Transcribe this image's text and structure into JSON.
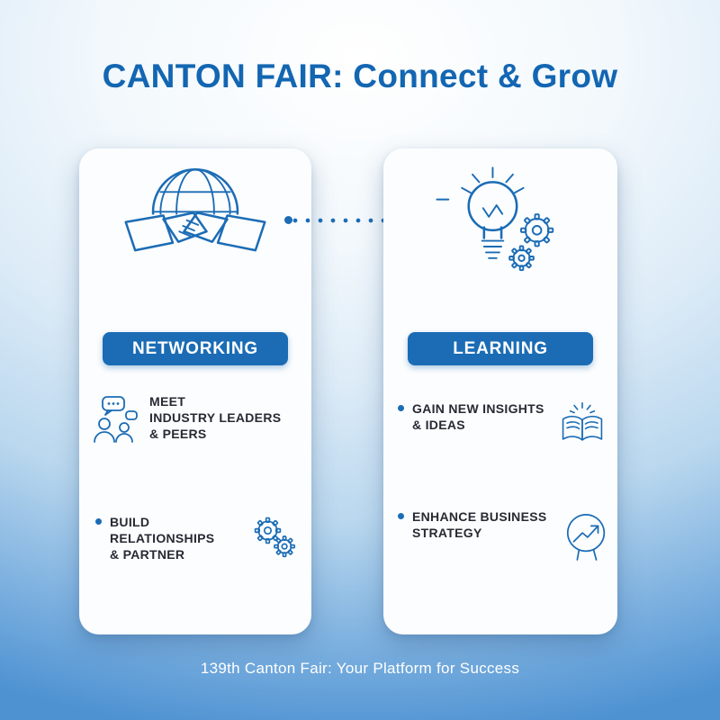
{
  "title": "CANTON FAIR: Connect & Grow",
  "footer": "139th Canton Fair: Your Platform for Success",
  "colors": {
    "accent": "#1b6cb5",
    "title_text": "#1366b2",
    "body_text": "#262a33",
    "card_bg": "#fcfdfe",
    "bg_top": "#ffffff",
    "bg_bottom": "#4e92d2",
    "footer_text": "#ffffff"
  },
  "icons": {
    "hero_left": "handshake-globe-icon",
    "hero_right": "lightbulb-gears-icon",
    "connector": "dotted-line",
    "item_icons": [
      "people-chat-icon",
      "gears-icon",
      "open-book-icon",
      "head-strategy-icon"
    ]
  },
  "cards": [
    {
      "id": "networking",
      "pill": "NETWORKING",
      "items": [
        {
          "text": "MEET\nINDUSTRY LEADERS\n& PEERS",
          "icon": "people-chat-icon"
        },
        {
          "text": "BUILD RELATIONSHIPS\n& PARTNER",
          "icon": "gears-icon"
        }
      ]
    },
    {
      "id": "learning",
      "pill": "LEARNING",
      "items": [
        {
          "text": "GAIN NEW INSIGHTS\n& IDEAS",
          "icon": "open-book-icon"
        },
        {
          "text": "ENHANCE BUSINESS\nSTRATEGY",
          "icon": "head-strategy-icon"
        }
      ]
    }
  ]
}
